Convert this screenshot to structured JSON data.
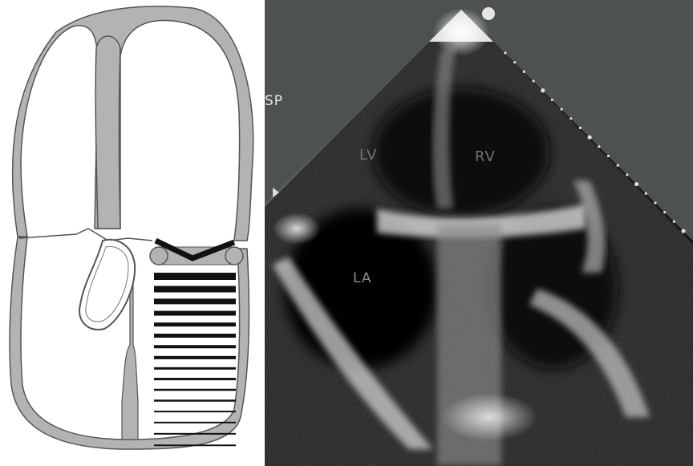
{
  "figure": {
    "left_panel": {
      "type": "schematic-heart-diagram"
    },
    "right_panel": {
      "type": "echocardiogram",
      "view_label": "SP",
      "chamber_labels": {
        "left_ventricle": "LV",
        "right_ventricle": "RV",
        "left_atrium": "LA"
      }
    }
  },
  "colors": {
    "wall_fill": "#b3b3b3",
    "outline": "#555555",
    "stripe": "#111111",
    "ultrasound_bg": "#4e5152"
  }
}
